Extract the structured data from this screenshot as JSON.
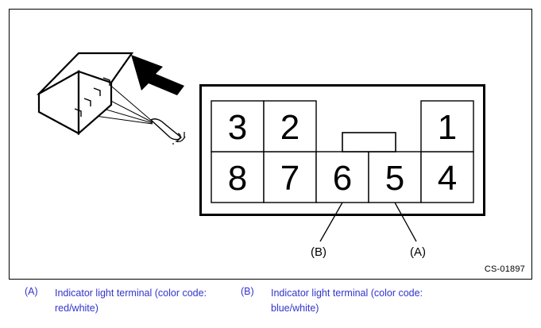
{
  "figure": {
    "drawing_number": "CS-01897",
    "border_color": "#000000",
    "background": "#ffffff"
  },
  "illustration": {
    "name": "connector-with-wire-harness",
    "arrow_label": "insertion-direction-arrow",
    "arrow_color": "#000000",
    "wire_count": 4
  },
  "pin_layout": {
    "title": "connector-terminal-face",
    "top_row": [
      {
        "pin": "3"
      },
      {
        "pin": "2"
      },
      {
        "pin": ""
      },
      {
        "pin": ""
      },
      {
        "pin": "1"
      }
    ],
    "bottom_row": [
      {
        "pin": "8"
      },
      {
        "pin": "7"
      },
      {
        "pin": "6"
      },
      {
        "pin": "5"
      },
      {
        "pin": "4"
      }
    ],
    "callouts": [
      {
        "key": "(B)",
        "pin": "6"
      },
      {
        "key": "(A)",
        "pin": "5"
      }
    ]
  },
  "legend": {
    "text_color": "#3333cc",
    "entries": [
      {
        "key": "(A)",
        "text": "Indicator light terminal (color code: red/white)"
      },
      {
        "key": "(B)",
        "text": "Indicator light terminal (color code: blue/white)"
      }
    ]
  }
}
